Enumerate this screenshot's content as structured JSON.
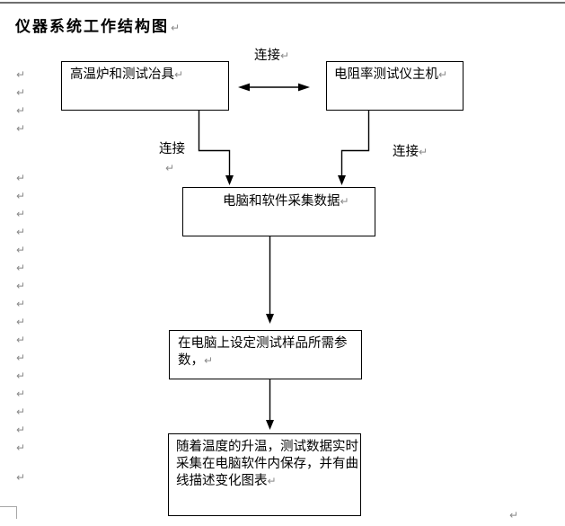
{
  "document": {
    "title": "仪器系统工作结构图"
  },
  "marks": {
    "pilcrow": "↵"
  },
  "flowchart": {
    "boxes": {
      "furnace": {
        "lines": [
          "高温炉和测试冶具"
        ]
      },
      "tester": {
        "lines": [
          "电阻率测试仪主机"
        ]
      },
      "computer": {
        "lines": [
          "电脑和软件采集数据"
        ]
      },
      "params": {
        "lines": [
          "在电脑上设定测试样品所需参",
          "数，"
        ]
      },
      "record": {
        "lines": [
          "随着温度的升温，测试数据实时",
          "采集在电脑软件内保存，并有曲",
          "线描述变化图表"
        ]
      }
    },
    "labels": {
      "connect_top": "连接",
      "connect_left": "连接",
      "connect_right": "连接"
    }
  },
  "colors": {
    "text": "#000000",
    "box_border": "#000000",
    "connector": "#000000",
    "paragraph_mark": "#8a8a8a",
    "page_border": "#6f6f6f",
    "boundary_mark": "#a6a6a6"
  }
}
